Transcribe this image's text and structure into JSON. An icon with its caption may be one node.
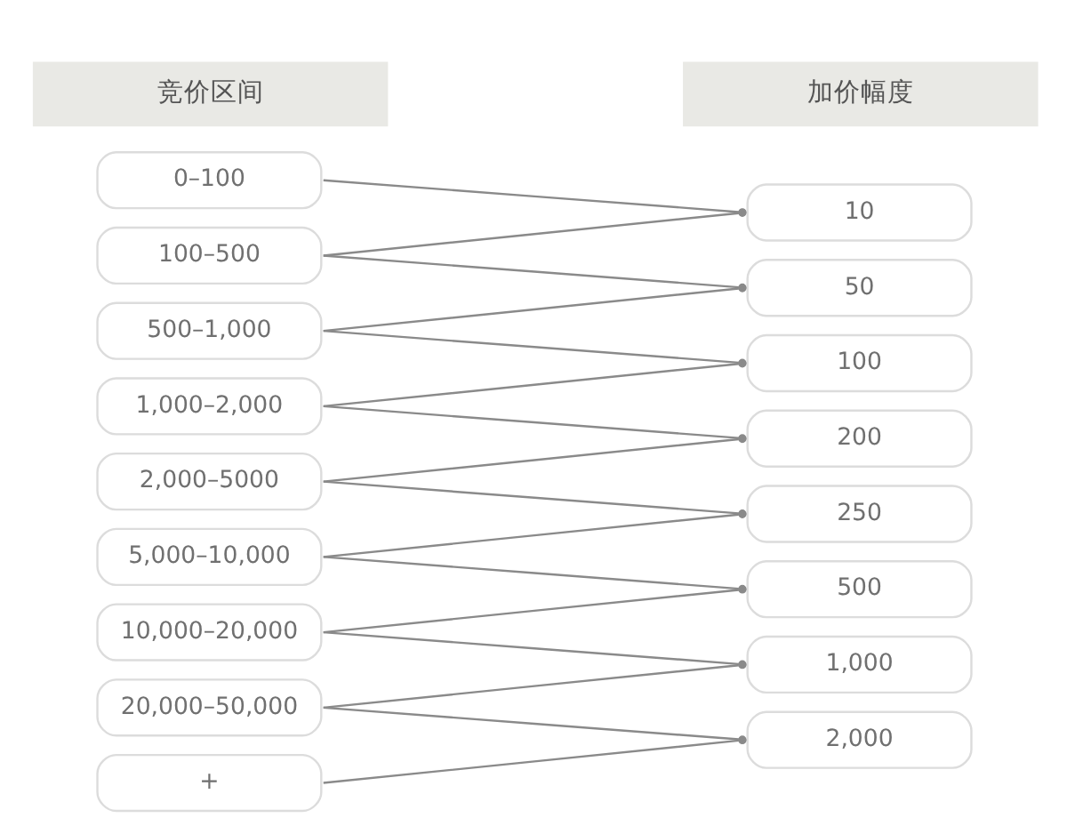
{
  "diagram": {
    "nodes": [
      {
        "text": [
          "0–100"
        ]
      },
      {
        "text": [
          "100–500"
        ]
      },
      {
        "text": [
          "500–1,000"
        ]
      },
      {
        "text": [
          "1,000–2,000"
        ]
      },
      {
        "text": [
          "2,000–5000"
        ]
      },
      {
        "text": [
          "5,000–10,000"
        ]
      },
      {
        "text": [
          "10,000–20,000"
        ]
      },
      {
        "text": [
          "20,000–50,000"
        ]
      },
      {
        "text": [
          "+"
        ]
      },
      {
        "text": [
          "10"
        ]
      },
      {
        "text": [
          "50"
        ]
      },
      {
        "text": [
          "100"
        ]
      },
      {
        "text": [
          "200"
        ]
      },
      {
        "text": [
          "250"
        ]
      },
      {
        "text": [
          "500"
        ]
      },
      {
        "text": [
          "1,000"
        ]
      },
      {
        "text": [
          "2,000"
        ]
      }
    ],
    "edges": [
      {
        "from": 0,
        "to": 9,
        "arrow": "other"
      },
      {
        "from": 1,
        "to": 9,
        "arrow": "other"
      },
      {
        "from": 1,
        "to": 10,
        "arrow": "other"
      },
      {
        "from": 2,
        "to": 10,
        "arrow": "other"
      },
      {
        "from": 2,
        "to": 11,
        "arrow": "other"
      },
      {
        "from": 3,
        "to": 11,
        "arrow": "other"
      },
      {
        "from": 3,
        "to": 12,
        "arrow": "other"
      },
      {
        "from": 4,
        "to": 12,
        "arrow": "other"
      },
      {
        "from": 4,
        "to": 13,
        "arrow": "other"
      },
      {
        "from": 5,
        "to": 13,
        "arrow": "other"
      },
      {
        "from": 5,
        "to": 14,
        "arrow": "other"
      },
      {
        "from": 6,
        "to": 14,
        "arrow": "other"
      },
      {
        "from": 6,
        "to": 15,
        "arrow": "other"
      },
      {
        "from": 7,
        "to": 15,
        "arrow": "other"
      },
      {
        "from": 7,
        "to": 16,
        "arrow": "other"
      },
      {
        "from": 8,
        "to": 16,
        "arrow": "other"
      }
    ],
    "labels": [
      "竞价区间",
      "加价幅度"
    ]
  }
}
